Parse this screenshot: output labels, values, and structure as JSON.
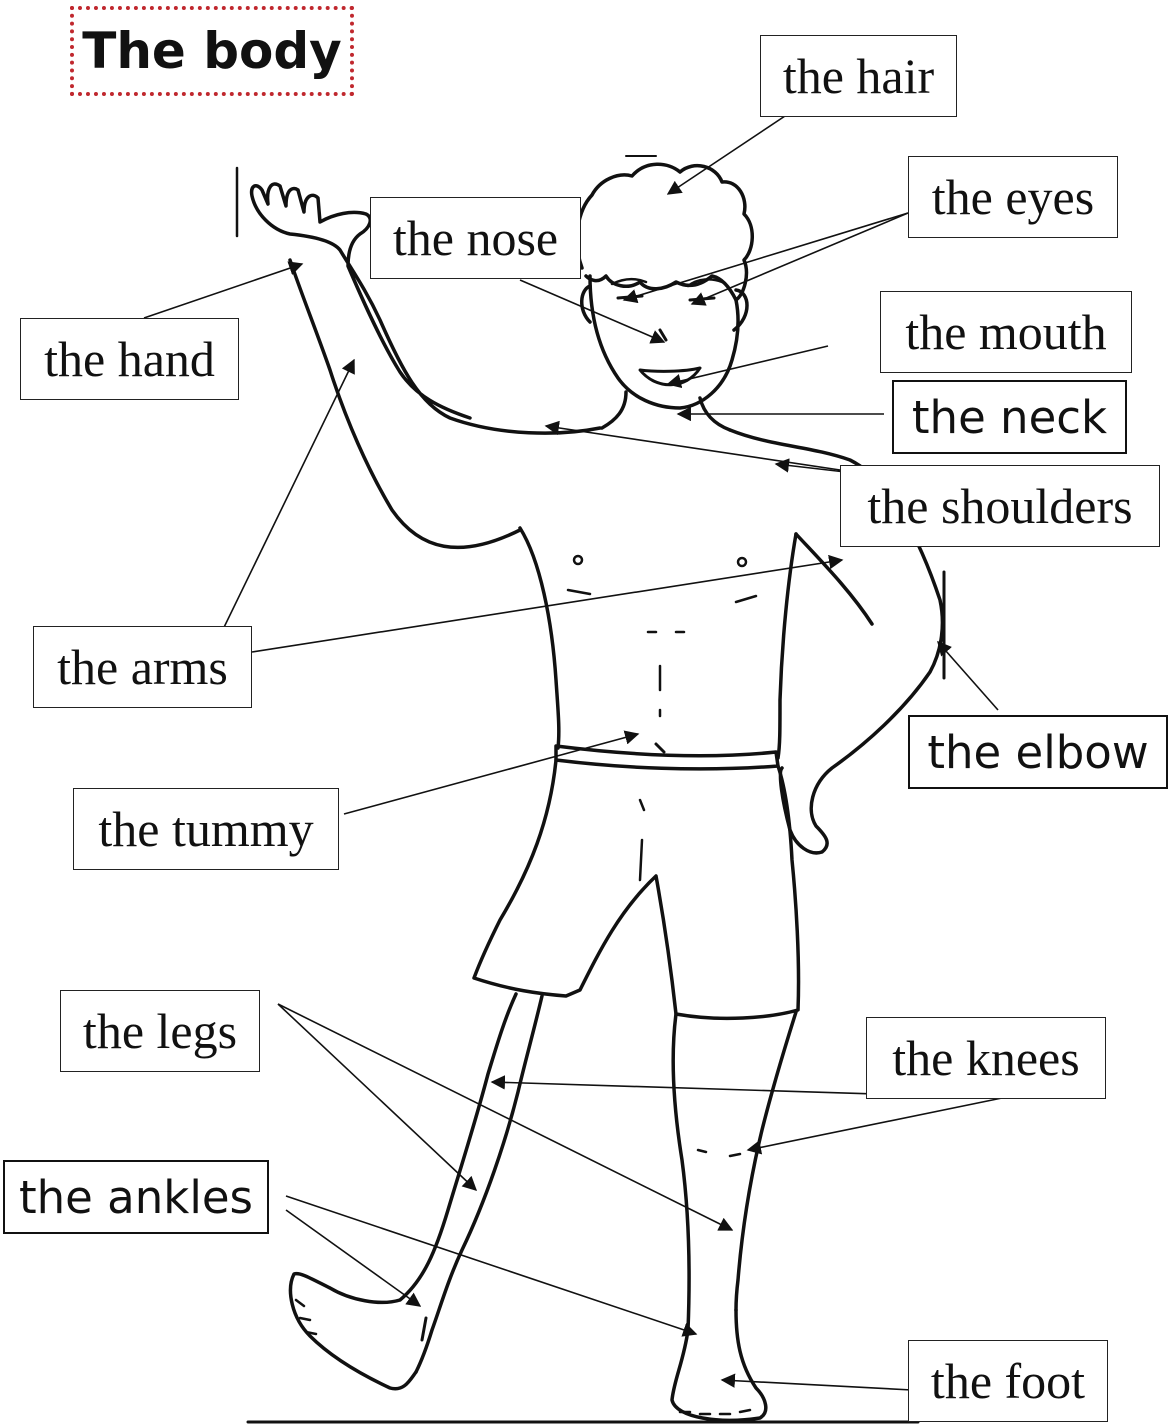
{
  "title": "The body",
  "labels": {
    "hair": "the hair",
    "eyes": "the eyes",
    "nose": "the nose",
    "hand": "the hand",
    "mouth": "the mouth",
    "neck": "the neck",
    "shoulders": "the shoulders",
    "arms": "the arms",
    "elbow": "the elbow",
    "tummy": "the tummy",
    "legs": "the legs",
    "knees": "the knees",
    "ankles": "the ankles",
    "foot": "the foot"
  }
}
